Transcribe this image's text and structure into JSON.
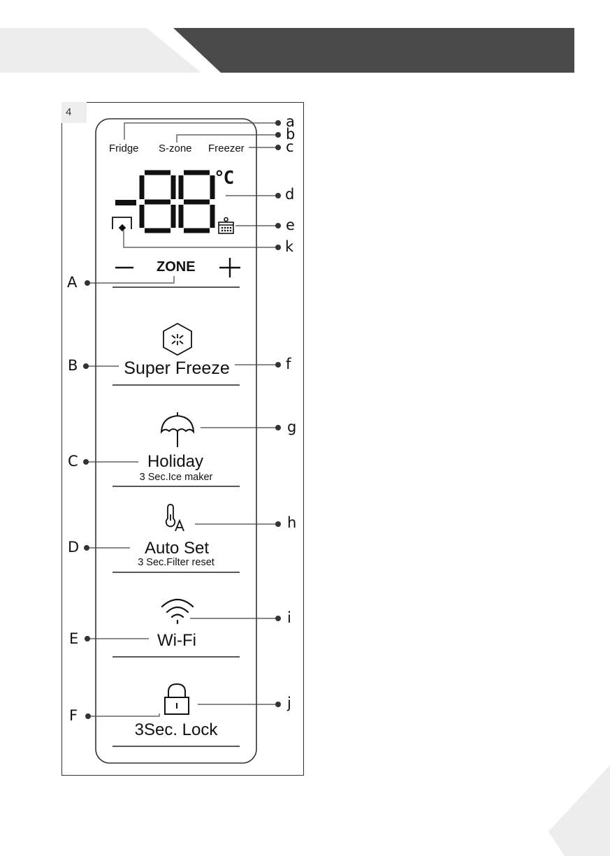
{
  "figure_number": "4",
  "display": {
    "zones": [
      "Fridge",
      "S-zone",
      "Freezer"
    ],
    "digits": "-88",
    "unit": "°C",
    "zone_button": {
      "minus": "—",
      "label": "ZONE",
      "plus": "+"
    }
  },
  "buttons": [
    {
      "label": "Super Freeze",
      "sub": "",
      "icon": "super-freeze-hexagon-icon"
    },
    {
      "label": "Holiday",
      "sub": "3 Sec.Ice maker",
      "icon": "umbrella-icon"
    },
    {
      "label": "Auto Set",
      "sub": "3 Sec.Filter reset",
      "icon": "thermometer-auto-icon"
    },
    {
      "label": "Wi-Fi",
      "sub": "",
      "icon": "wifi-icon"
    },
    {
      "label": "3Sec. Lock",
      "sub": "",
      "icon": "padlock-icon"
    }
  ],
  "callouts_left": [
    "A",
    "B",
    "C",
    "D",
    "E",
    "F"
  ],
  "callouts_right": [
    "a",
    "b",
    "c",
    "d",
    "e",
    "k",
    "f",
    "g",
    "h",
    "i",
    "j"
  ],
  "colors": {
    "banner_light": "#ededed",
    "banner_dark": "#4a4a4a",
    "line": "#444444"
  }
}
